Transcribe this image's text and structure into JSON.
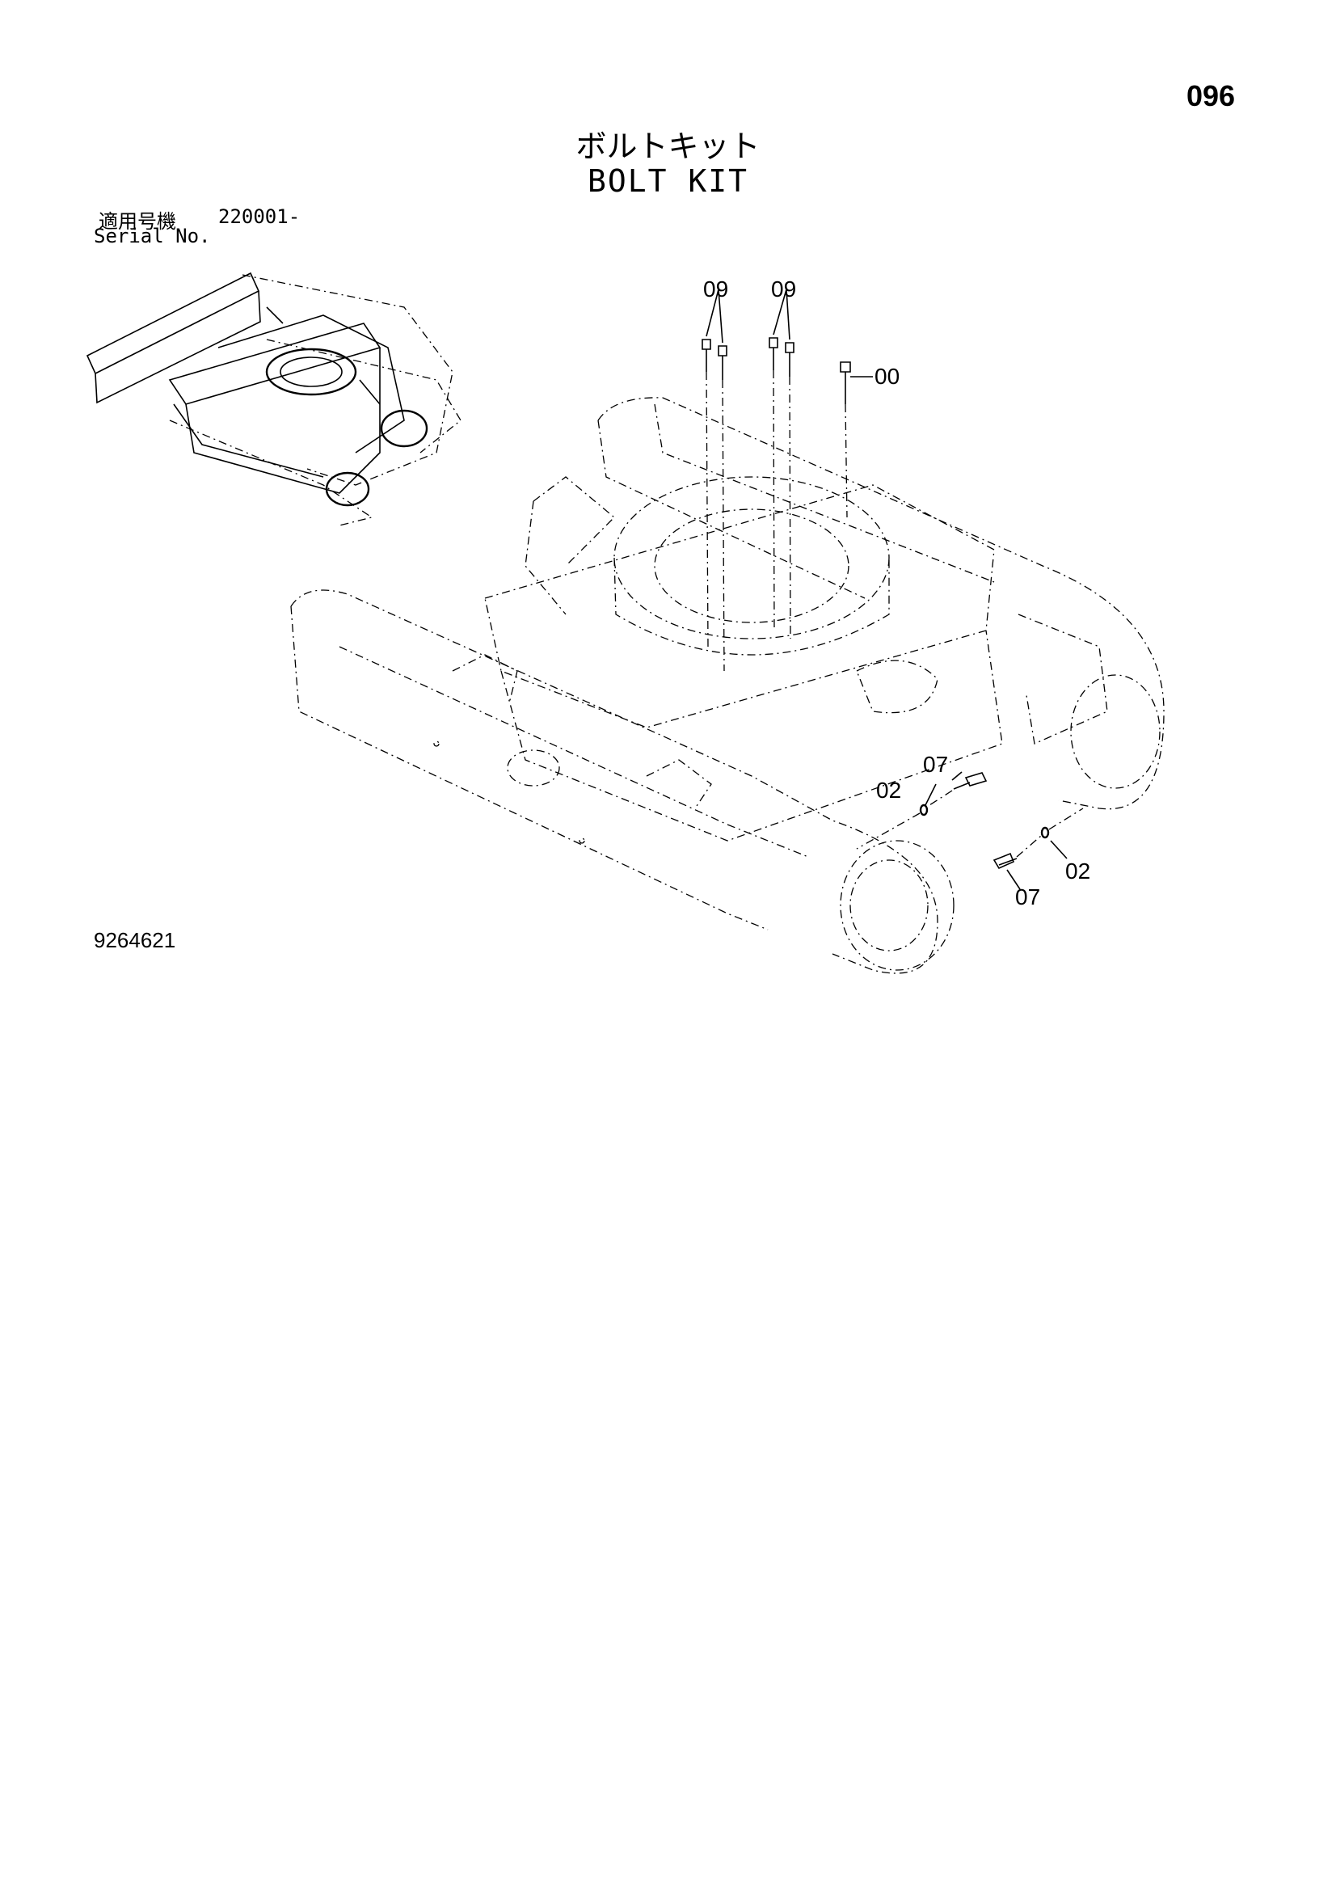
{
  "header": {
    "page_number": "096",
    "title_jp": "ボルトキット",
    "title_en": "BOLT KIT",
    "serial_label_jp": "適用号機",
    "serial_value": "220001-",
    "serial_label_en": "Serial No."
  },
  "callouts": [
    "09",
    "09",
    "00",
    "07",
    "02",
    "02",
    "07"
  ],
  "footer": {
    "drawing_number": "9264621"
  }
}
